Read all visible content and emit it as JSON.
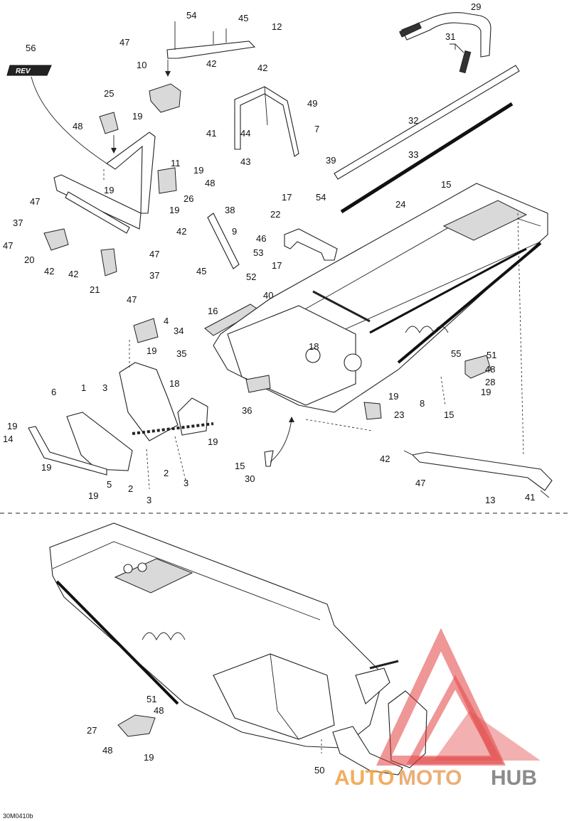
{
  "diagram": {
    "drawing_code": "30M0410b",
    "rev_badge": "REV",
    "callouts": [
      {
        "id": "c1",
        "text": "54"
      },
      {
        "id": "c2",
        "text": "45"
      },
      {
        "id": "c3",
        "text": "12"
      },
      {
        "id": "c4",
        "text": "47"
      },
      {
        "id": "c5",
        "text": "42"
      },
      {
        "id": "c6",
        "text": "10"
      },
      {
        "id": "c7",
        "text": "56"
      },
      {
        "id": "c8",
        "text": "25"
      },
      {
        "id": "c9",
        "text": "48"
      },
      {
        "id": "c10",
        "text": "19"
      },
      {
        "id": "c11",
        "text": "11"
      },
      {
        "id": "c12",
        "text": "19"
      },
      {
        "id": "c13",
        "text": "19"
      },
      {
        "id": "c14",
        "text": "48"
      },
      {
        "id": "c15",
        "text": "26"
      },
      {
        "id": "c16",
        "text": "19"
      },
      {
        "id": "c17",
        "text": "29"
      },
      {
        "id": "c18",
        "text": "31"
      },
      {
        "id": "c19",
        "text": "42"
      },
      {
        "id": "c20",
        "text": "49"
      },
      {
        "id": "c21",
        "text": "7"
      },
      {
        "id": "c22",
        "text": "41"
      },
      {
        "id": "c23",
        "text": "44"
      },
      {
        "id": "c24",
        "text": "43"
      },
      {
        "id": "c25",
        "text": "39"
      },
      {
        "id": "c26",
        "text": "32"
      },
      {
        "id": "c27",
        "text": "33"
      },
      {
        "id": "c28",
        "text": "15"
      },
      {
        "id": "c29",
        "text": "24"
      },
      {
        "id": "c30",
        "text": "17"
      },
      {
        "id": "c31",
        "text": "54"
      },
      {
        "id": "c32",
        "text": "22"
      },
      {
        "id": "c33",
        "text": "38"
      },
      {
        "id": "c34",
        "text": "42"
      },
      {
        "id": "c35",
        "text": "9"
      },
      {
        "id": "c36",
        "text": "46"
      },
      {
        "id": "c37",
        "text": "53"
      },
      {
        "id": "c38",
        "text": "17"
      },
      {
        "id": "c39",
        "text": "45"
      },
      {
        "id": "c40",
        "text": "52"
      },
      {
        "id": "c41",
        "text": "47"
      },
      {
        "id": "c42",
        "text": "37"
      },
      {
        "id": "c43",
        "text": "47"
      },
      {
        "id": "c44",
        "text": "20"
      },
      {
        "id": "c45",
        "text": "42"
      },
      {
        "id": "c46",
        "text": "47"
      },
      {
        "id": "c47",
        "text": "42"
      },
      {
        "id": "c48",
        "text": "21"
      },
      {
        "id": "c49",
        "text": "37"
      },
      {
        "id": "c50",
        "text": "47"
      },
      {
        "id": "c51",
        "text": "40"
      },
      {
        "id": "c52",
        "text": "16"
      },
      {
        "id": "c53",
        "text": "4"
      },
      {
        "id": "c54",
        "text": "34"
      },
      {
        "id": "c55",
        "text": "19"
      },
      {
        "id": "c56",
        "text": "18"
      },
      {
        "id": "c57",
        "text": "35"
      },
      {
        "id": "c58",
        "text": "55"
      },
      {
        "id": "c59",
        "text": "51"
      },
      {
        "id": "c60",
        "text": "48"
      },
      {
        "id": "c61",
        "text": "28"
      },
      {
        "id": "c62",
        "text": "19"
      },
      {
        "id": "c63",
        "text": "1"
      },
      {
        "id": "c64",
        "text": "3"
      },
      {
        "id": "c65",
        "text": "18"
      },
      {
        "id": "c66",
        "text": "6"
      },
      {
        "id": "c67",
        "text": "8"
      },
      {
        "id": "c68",
        "text": "15"
      },
      {
        "id": "c69",
        "text": "19"
      },
      {
        "id": "c70",
        "text": "23"
      },
      {
        "id": "c71",
        "text": "36"
      },
      {
        "id": "c72",
        "text": "19"
      },
      {
        "id": "c73",
        "text": "14"
      },
      {
        "id": "c74",
        "text": "19"
      },
      {
        "id": "c75",
        "text": "19"
      },
      {
        "id": "c76",
        "text": "5"
      },
      {
        "id": "c77",
        "text": "19"
      },
      {
        "id": "c78",
        "text": "2"
      },
      {
        "id": "c79",
        "text": "2"
      },
      {
        "id": "c80",
        "text": "3"
      },
      {
        "id": "c81",
        "text": "3"
      },
      {
        "id": "c82",
        "text": "15"
      },
      {
        "id": "c83",
        "text": "30"
      },
      {
        "id": "c84",
        "text": "42"
      },
      {
        "id": "c85",
        "text": "47"
      },
      {
        "id": "c86",
        "text": "13"
      },
      {
        "id": "c87",
        "text": "41"
      },
      {
        "id": "c88",
        "text": "51"
      },
      {
        "id": "c89",
        "text": "48"
      },
      {
        "id": "c90",
        "text": "27"
      },
      {
        "id": "c91",
        "text": "48"
      },
      {
        "id": "c92",
        "text": "19"
      },
      {
        "id": "c93",
        "text": "50"
      }
    ]
  },
  "watermark": {
    "part1": "AUTO",
    "part2": "MOTO",
    "part3": "HUB",
    "color_orange": "#f0a040",
    "color_red": "#e03030",
    "color_gray": "#777777"
  }
}
